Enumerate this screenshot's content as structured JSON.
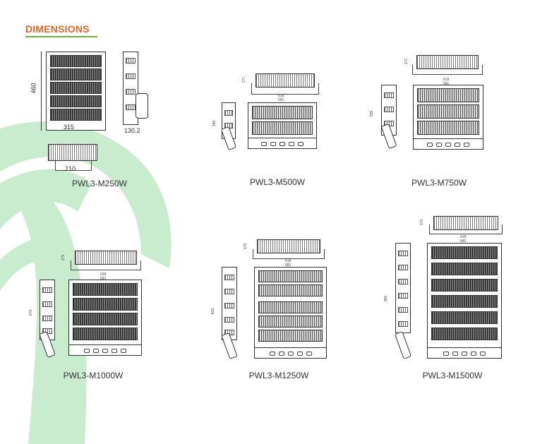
{
  "header": {
    "title": "DIMENSIONS"
  },
  "colors": {
    "title": "#e3672a",
    "underline": "#6db33f",
    "watermark": "#c9eccf"
  },
  "products": [
    {
      "model": "PWL3-M250W",
      "height": "460",
      "width": "315",
      "depth": "130.2",
      "bottom_width": "210"
    },
    {
      "model": "PWL3-M500W",
      "bracket": "177",
      "width_outer": "618",
      "width_inner": "581",
      "height": "395"
    },
    {
      "model": "PWL3-M750W",
      "bracket": "177",
      "width_outer": "618",
      "width_inner": "581",
      "height": "535"
    },
    {
      "model": "PWL3-M1000W",
      "bracket": "175",
      "width_outer": "618",
      "width_inner": "581",
      "height": "675"
    },
    {
      "model": "PWL3-M1250W",
      "bracket": "175",
      "width_outer": "618",
      "width_inner": "581",
      "height": "815"
    },
    {
      "model": "PWL3-M1500W",
      "bracket": "175",
      "width_outer": "618",
      "width_inner": "581",
      "height": "955"
    }
  ]
}
